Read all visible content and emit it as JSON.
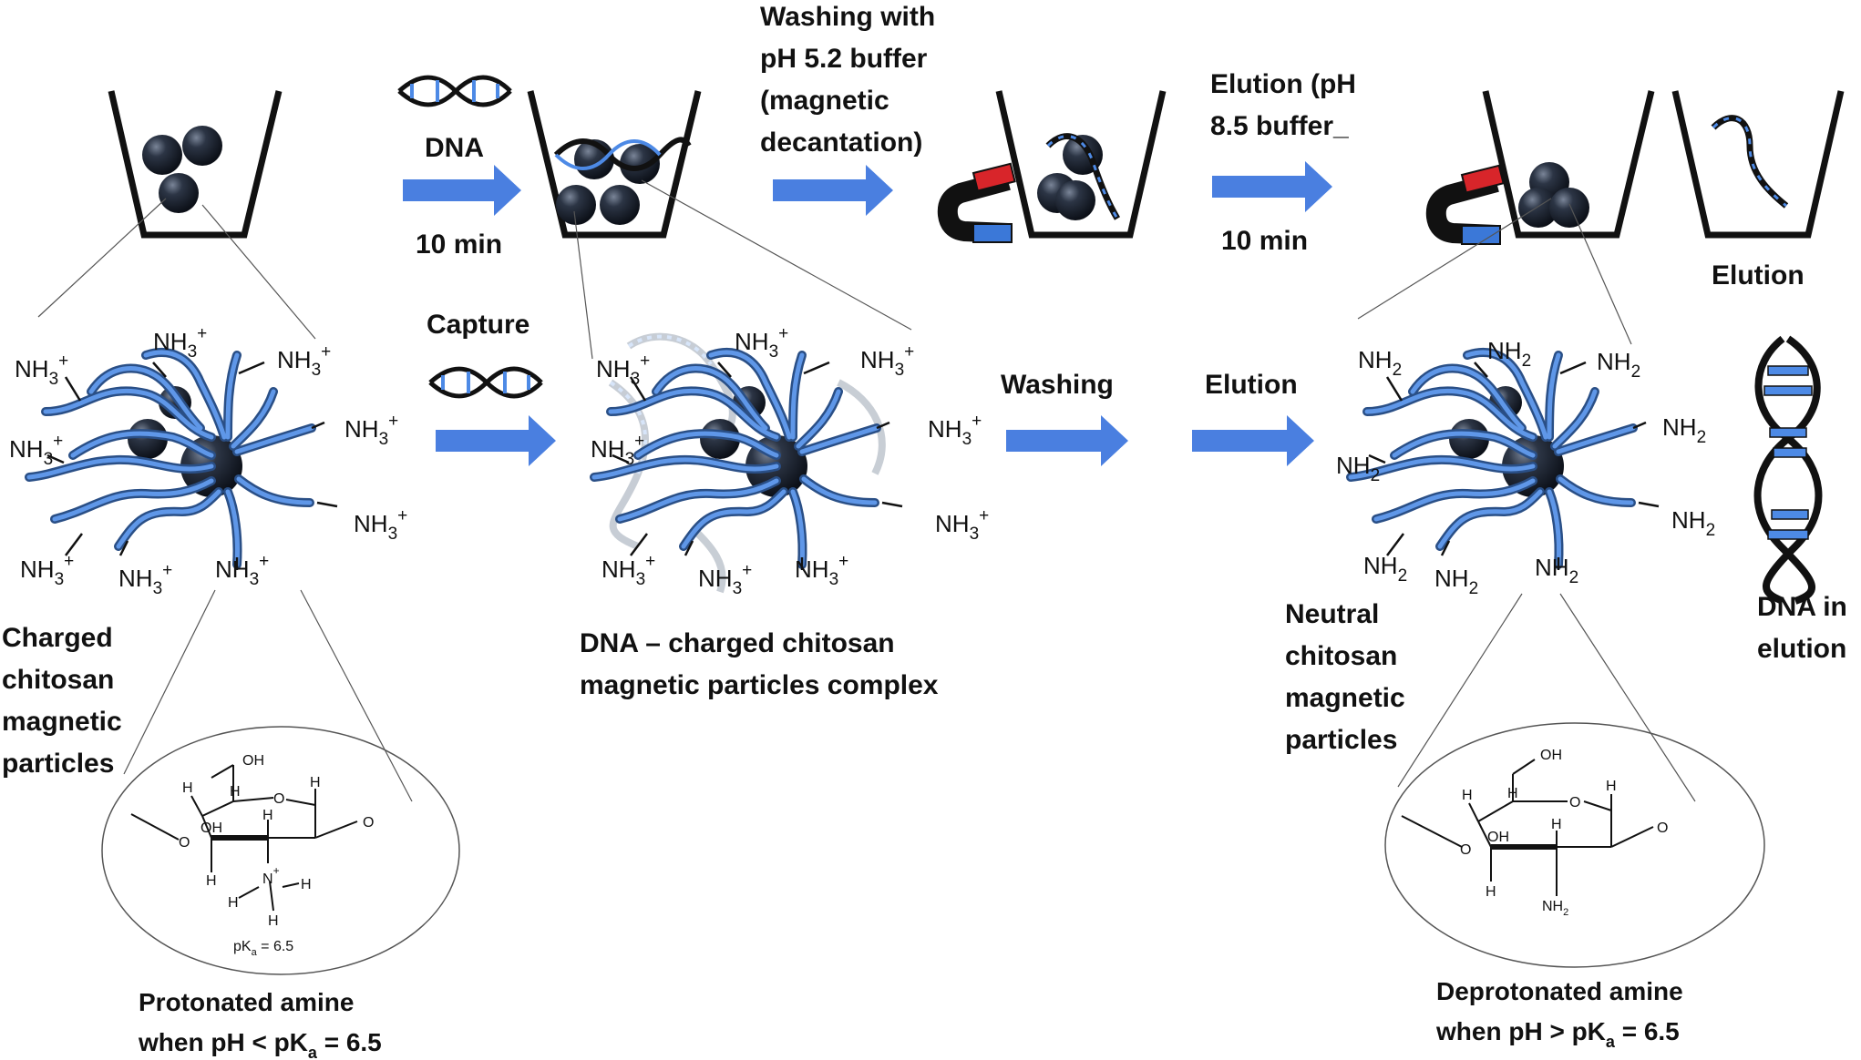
{
  "steps": {
    "dna_label": "DNA",
    "time_1": "10 min",
    "washing_title": [
      "Washing with",
      "pH 5.2 buffer",
      "(magnetic",
      "decantation)"
    ],
    "elution_title": [
      "Elution (pH",
      "8.5 buffer_"
    ],
    "time_2": "10 min",
    "elution_label": "Elution"
  },
  "middle": {
    "capture": "Capture",
    "washing": "Washing",
    "elution": "Elution"
  },
  "charged": {
    "caption": [
      "Charged",
      "chitosan",
      "magnetic",
      "particles"
    ],
    "amine": "NH",
    "sub": "3",
    "sup": "+"
  },
  "complex": {
    "caption": [
      "DNA – charged  chitosan",
      "magnetic particles complex"
    ]
  },
  "neutral": {
    "caption": [
      "Neutral",
      "chitosan",
      "magnetic",
      "particles"
    ],
    "amine": "NH",
    "sub": "2"
  },
  "dna_elution": {
    "caption": [
      "DNA in",
      "elution"
    ]
  },
  "left_structure": {
    "atoms": {
      "oh_top": "OH",
      "o_ring": "O",
      "h": "H",
      "oh_ring": "OH",
      "n": "N",
      "plus": "+"
    },
    "pka_prefix": "pK",
    "pka_sub": "a",
    "pka_suffix": " = 6.5",
    "caption_1": "Protonated amine",
    "caption_2_prefix": "when pH < pK",
    "caption_2_sub": "a",
    "caption_2_suffix": " = 6.5"
  },
  "right_structure": {
    "atoms": {
      "oh_top": "OH",
      "o_ring": "O",
      "h": "H",
      "oh_ring": "OH",
      "nh": "NH",
      "nh_sub": "2"
    },
    "caption_1": "Deprotonated amine",
    "caption_2_prefix": "when pH > pK",
    "caption_2_sub": "a",
    "caption_2_suffix": " = 6.5"
  },
  "colors": {
    "arrow": "#4a7fe0",
    "chain": "#4d8ae6",
    "particle": "#1d2433",
    "magnet_red": "#d8252a",
    "magnet_blue": "#3b78d8",
    "dna_strand": "#111111",
    "dna_rung": "#4d8ae6"
  }
}
